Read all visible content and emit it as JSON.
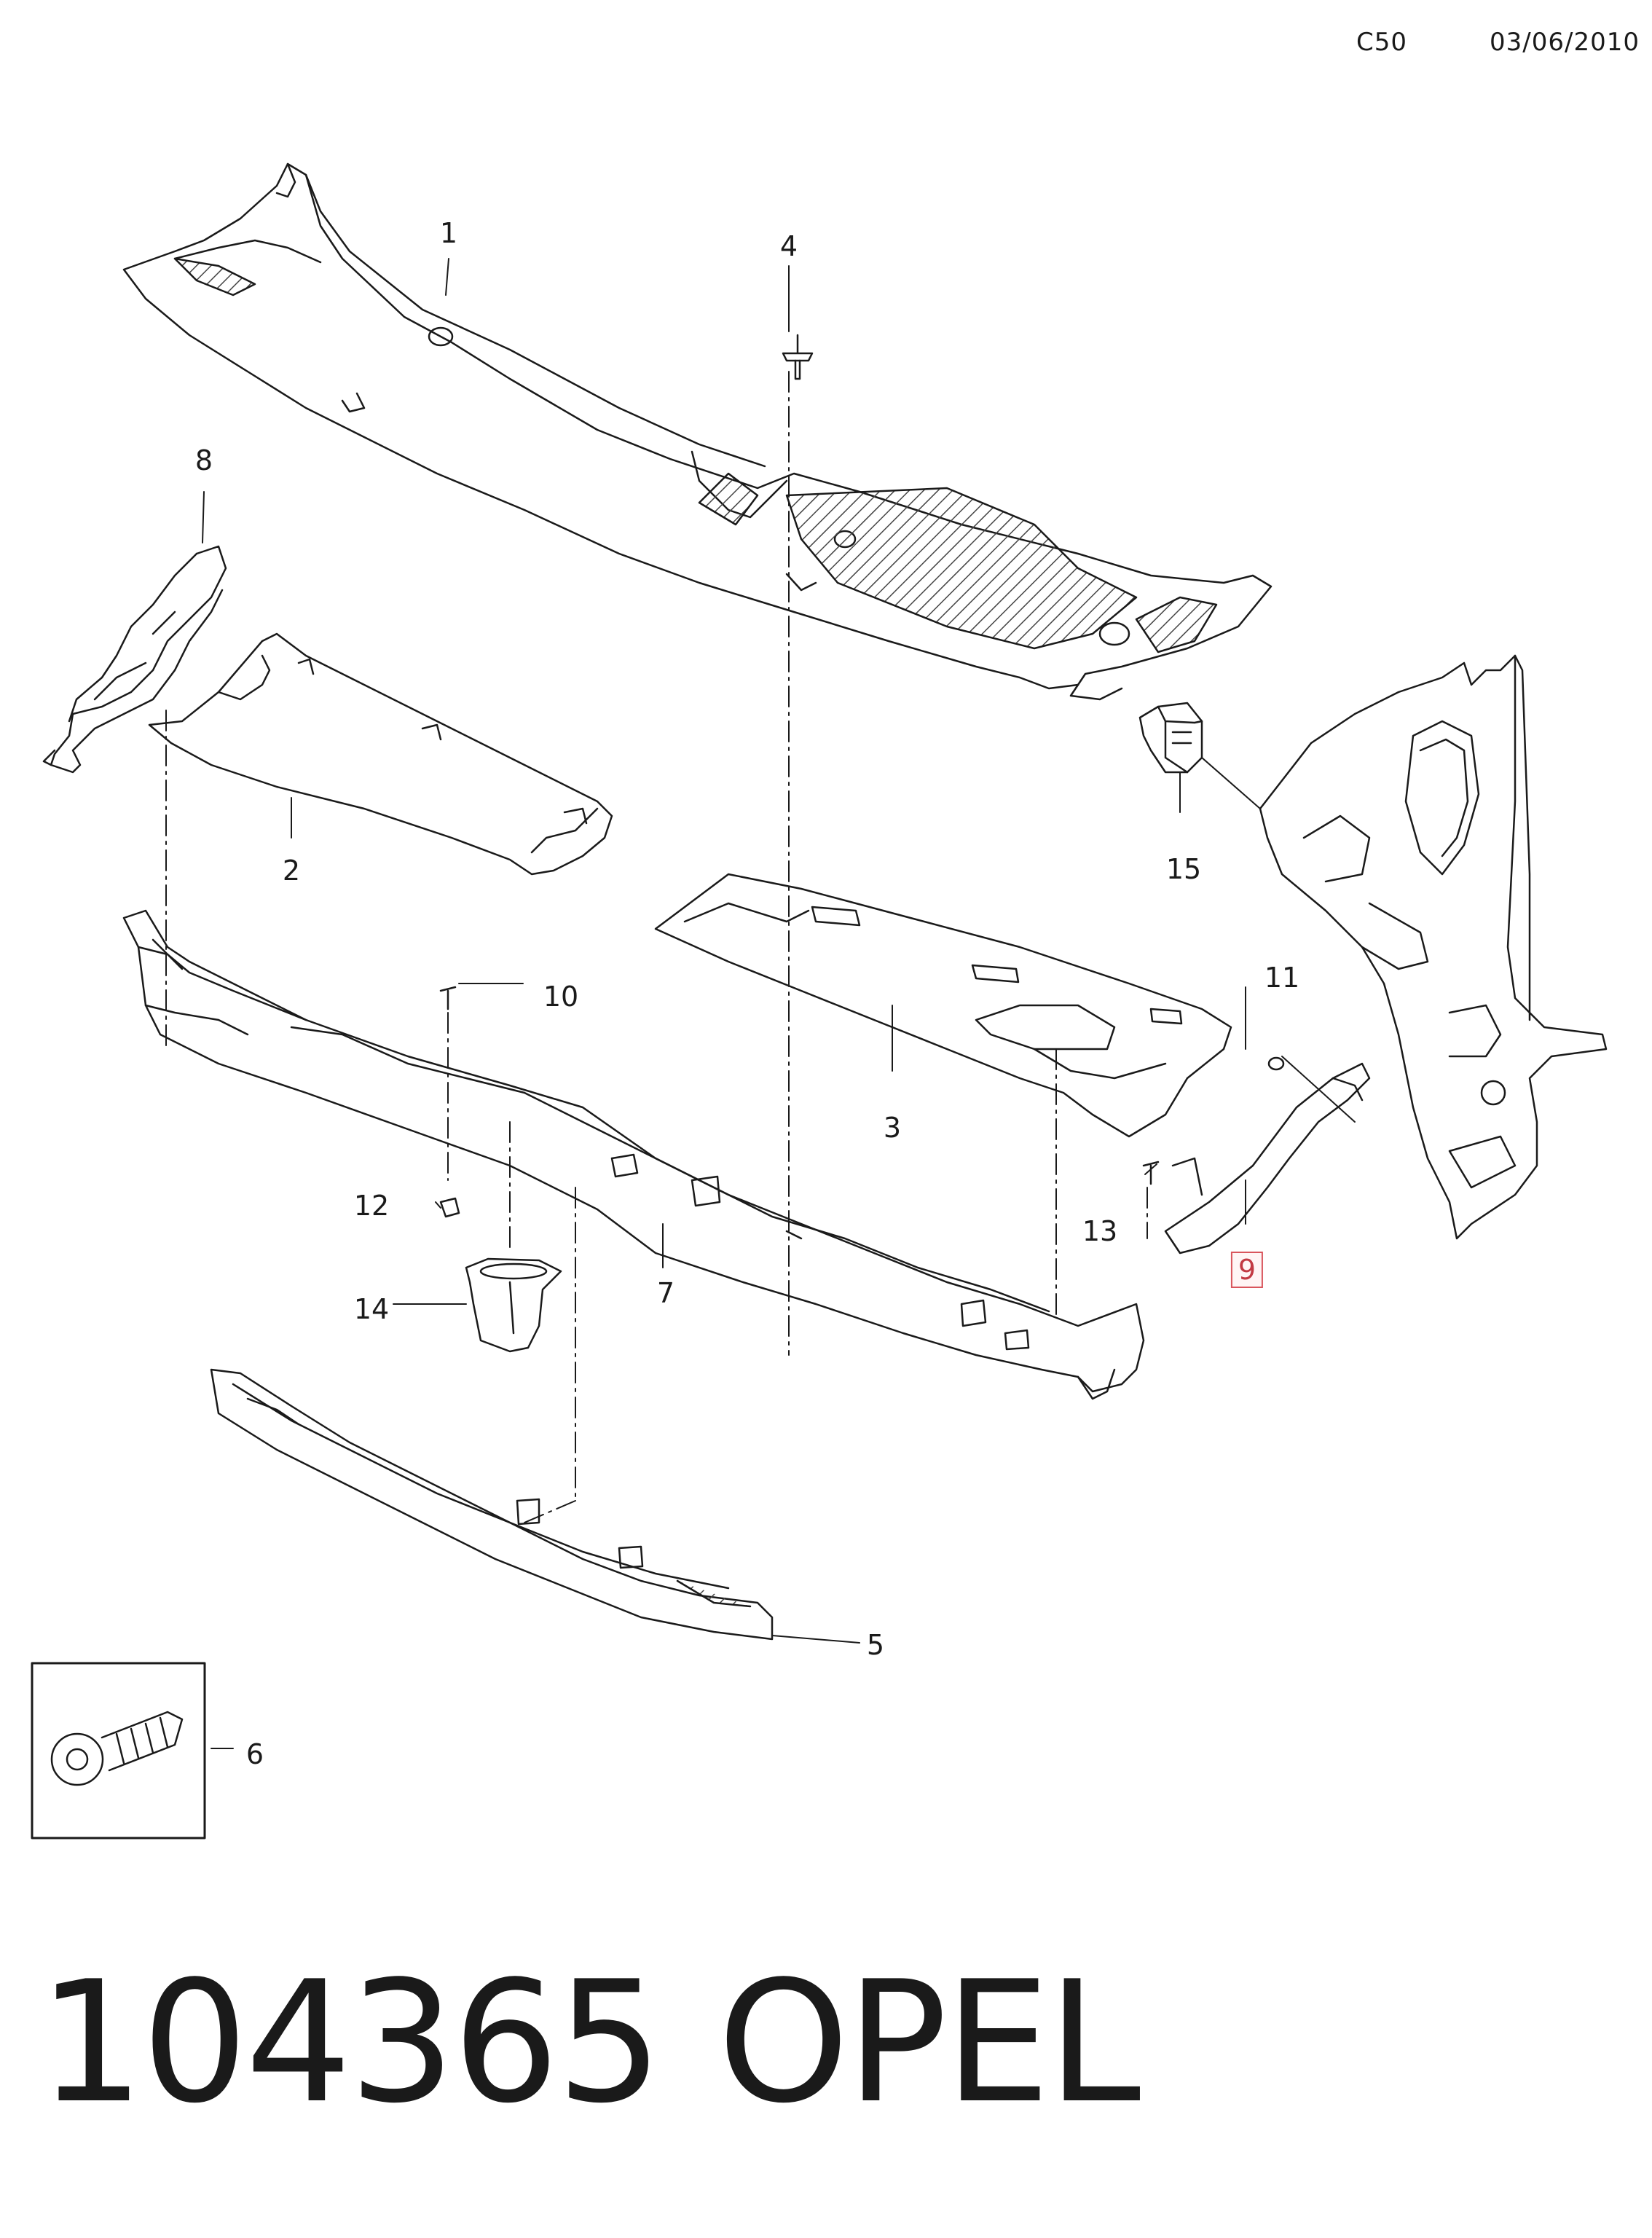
{
  "header": {
    "code": "C50",
    "date": "03/06/2010"
  },
  "callouts": [
    {
      "id": "1",
      "label": "1",
      "highlight": false
    },
    {
      "id": "2",
      "label": "2",
      "highlight": false
    },
    {
      "id": "3",
      "label": "3",
      "highlight": false
    },
    {
      "id": "4",
      "label": "4",
      "highlight": false
    },
    {
      "id": "5",
      "label": "5",
      "highlight": false
    },
    {
      "id": "6",
      "label": "6",
      "highlight": false
    },
    {
      "id": "7",
      "label": "7",
      "highlight": false
    },
    {
      "id": "8",
      "label": "8",
      "highlight": false
    },
    {
      "id": "9",
      "label": "9",
      "highlight": true
    },
    {
      "id": "10",
      "label": "10",
      "highlight": false
    },
    {
      "id": "11",
      "label": "11",
      "highlight": false
    },
    {
      "id": "12",
      "label": "12",
      "highlight": false
    },
    {
      "id": "13",
      "label": "13",
      "highlight": false
    },
    {
      "id": "14",
      "label": "14",
      "highlight": false
    },
    {
      "id": "15",
      "label": "15",
      "highlight": false
    }
  ],
  "footer": {
    "part_number": "104365",
    "brand": "OPEL"
  },
  "colors": {
    "line": "#1a1a1a",
    "highlight_border": "#d9555c",
    "hatch": "#444444"
  }
}
